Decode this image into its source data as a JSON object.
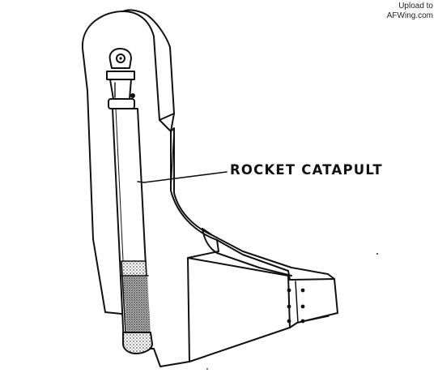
{
  "watermark": {
    "line1": "Upload to",
    "line2": "AFWing.com"
  },
  "callout": {
    "label": "ROCKET CATAPULT"
  },
  "colors": {
    "ink": "#111111",
    "paper": "#ffffff",
    "stipple": "#6a6a6a"
  }
}
